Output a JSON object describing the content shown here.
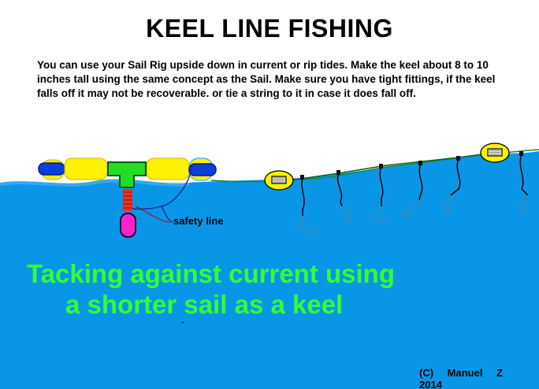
{
  "title": "KEEL LINE FISHING",
  "intro": "You can use your Sail Rig upside down in current or rip tides. Make the keel about 8 to 10 inches tall using the same concept as the Sail. Make sure you have tight fittings, if the keel falls off it may not be recoverable. or tie a string to it in case it does fall off.",
  "labels": {
    "safety_line": "safety line"
  },
  "caption": {
    "line1": "Tacking against current using",
    "line2": "a shorter sail as a keel"
  },
  "copyright": "(C) Manuel Z 2014",
  "colors": {
    "water": "#0a96e6",
    "water_edge": "#34aaf0",
    "caption": "#33ff33",
    "float_yellow": "#fff200",
    "float_blue": "#0b3fdb",
    "connector_green": "#22dd22",
    "keel_magenta": "#ff22cc",
    "spring_red": "#ee3322",
    "main_line": "#1a8a3a",
    "safety_line": "#1a2a9a"
  }
}
